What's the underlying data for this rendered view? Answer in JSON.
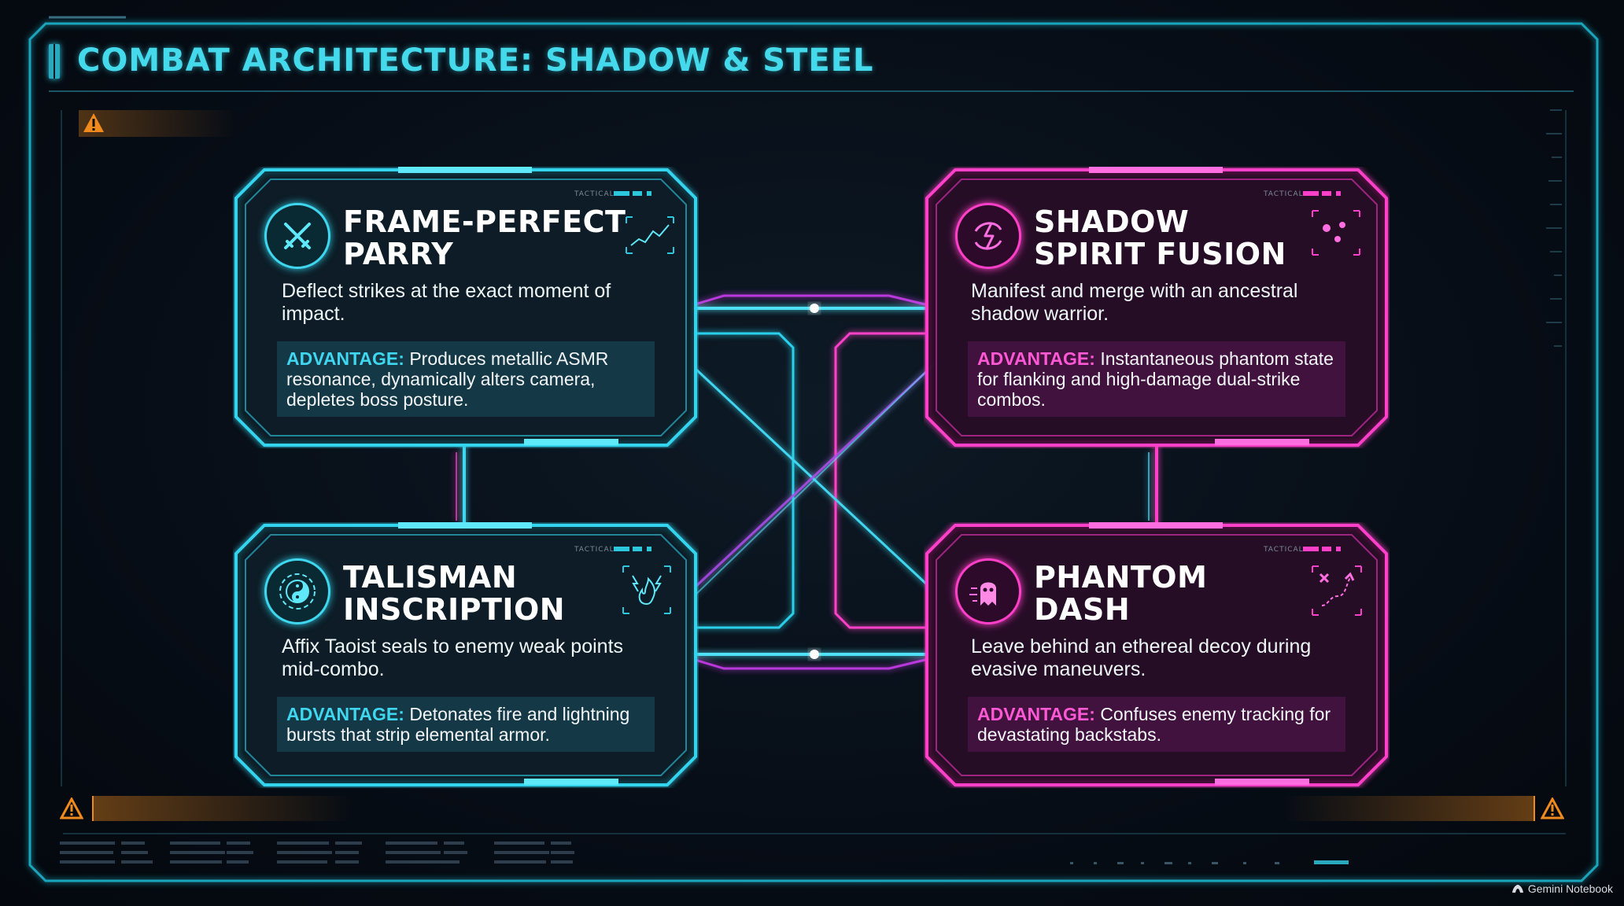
{
  "header": {
    "title": "COMBAT ARCHITECTURE: SHADOW & STEEL"
  },
  "colors": {
    "cyan": "#3fd6ef",
    "pink": "#ff3fc8",
    "warning": "#f08a1c",
    "background": "#070d16"
  },
  "cards": [
    {
      "id": "parry",
      "theme": "cyan",
      "icon": "crossed-swords-icon",
      "corner_icon": "rising-chart-icon",
      "title_line1": "FRAME-PERFECT",
      "title_line2": "PARRY",
      "description": "Deflect strikes at the exact moment of impact.",
      "advantage_label": "ADVANTAGE:",
      "advantage_text": "Produces metallic ASMR resonance, dynamically alters camera, depletes boss posture.",
      "tag": "TACTICAL"
    },
    {
      "id": "spirit",
      "theme": "pink",
      "icon": "spirit-swirl-icon",
      "corner_icon": "dots-icon",
      "title_line1": "SHADOW",
      "title_line2": "SPIRIT FUSION",
      "description": "Manifest and merge with an ancestral shadow warrior.",
      "advantage_label": "ADVANTAGE:",
      "advantage_text": "Instantaneous phantom state for flanking and high-damage dual-strike combos.",
      "tag": "TACTICAL"
    },
    {
      "id": "talisman",
      "theme": "cyan",
      "icon": "yin-yang-icon",
      "corner_icon": "fire-lightning-icon",
      "title_line1": "TALISMAN",
      "title_line2": "INSCRIPTION",
      "description": "Affix Taoist seals to enemy weak points mid-combo.",
      "advantage_label": "ADVANTAGE:",
      "advantage_text": "Detonates fire and lightning bursts that strip elemental armor.",
      "tag": "TACTICAL"
    },
    {
      "id": "dash",
      "theme": "pink",
      "icon": "ghost-icon",
      "corner_icon": "path-arrow-icon",
      "title_line1": "PHANTOM",
      "title_line2": "DASH",
      "description": "Leave behind an ethereal decoy during evasive maneuvers.",
      "advantage_label": "ADVANTAGE:",
      "advantage_text": "Confuses enemy tracking for devastating backstabs.",
      "tag": "TACTICAL"
    }
  ],
  "footer": {
    "credit": "Gemini Notebook"
  }
}
